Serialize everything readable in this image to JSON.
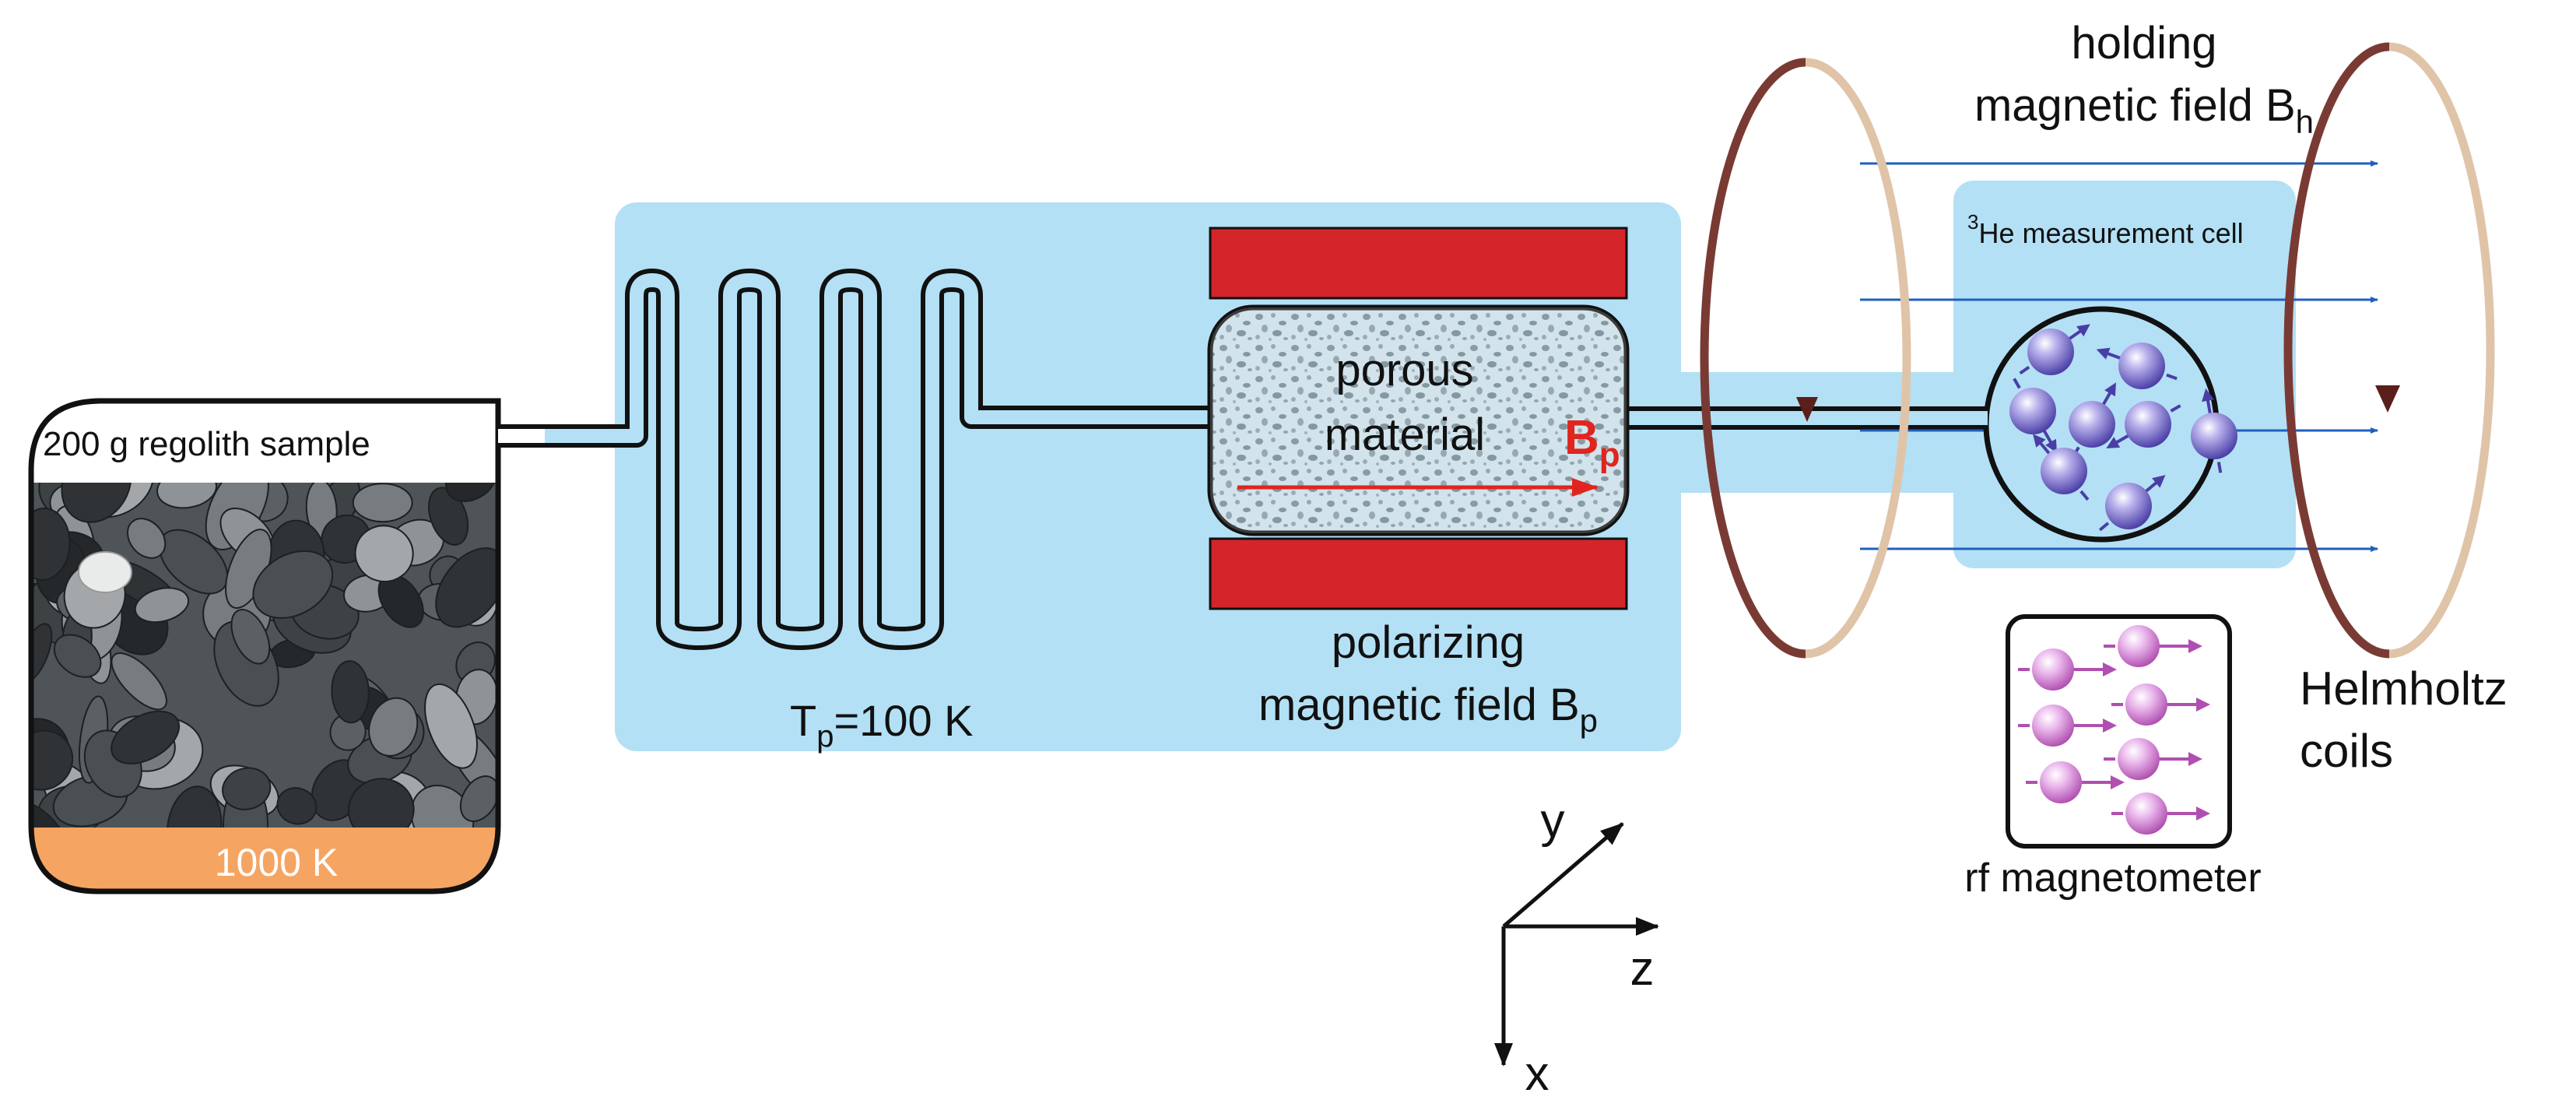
{
  "sample": {
    "label": "200 g  regolith sample",
    "temperature": "1000 K"
  },
  "polarizer": {
    "temperature_label_T": "T",
    "temperature_label_sub": "p",
    "temperature_label_rest": "=100 K",
    "porous_line1": "porous",
    "porous_line2": "material",
    "bp_main": "B",
    "bp_sub": "p",
    "field_line1": "polarizing",
    "field_line2_main": "magnetic field B",
    "field_line2_sub": "p"
  },
  "holding": {
    "line1": "holding",
    "line2_main": "magnetic field B",
    "line2_sub": "h"
  },
  "cell": {
    "sup": "3",
    "label": "He measurement cell"
  },
  "coils": {
    "line1": "Helmholtz",
    "line2": "coils"
  },
  "magnetometer": {
    "label": "rf magnetometer"
  },
  "axes": {
    "x": "x",
    "y": "y",
    "z": "z"
  },
  "colors": {
    "light_blue": "#b3e0f5",
    "red_magnet": "#d4252a",
    "orange_heater": "#f5a462",
    "coil_dark": "#7a3a34",
    "coil_light": "#e0c4a8",
    "field_arrow": "#1f5fbf",
    "spin_purple": "#5a4fb0",
    "spin_magenta": "#b04fb0"
  }
}
